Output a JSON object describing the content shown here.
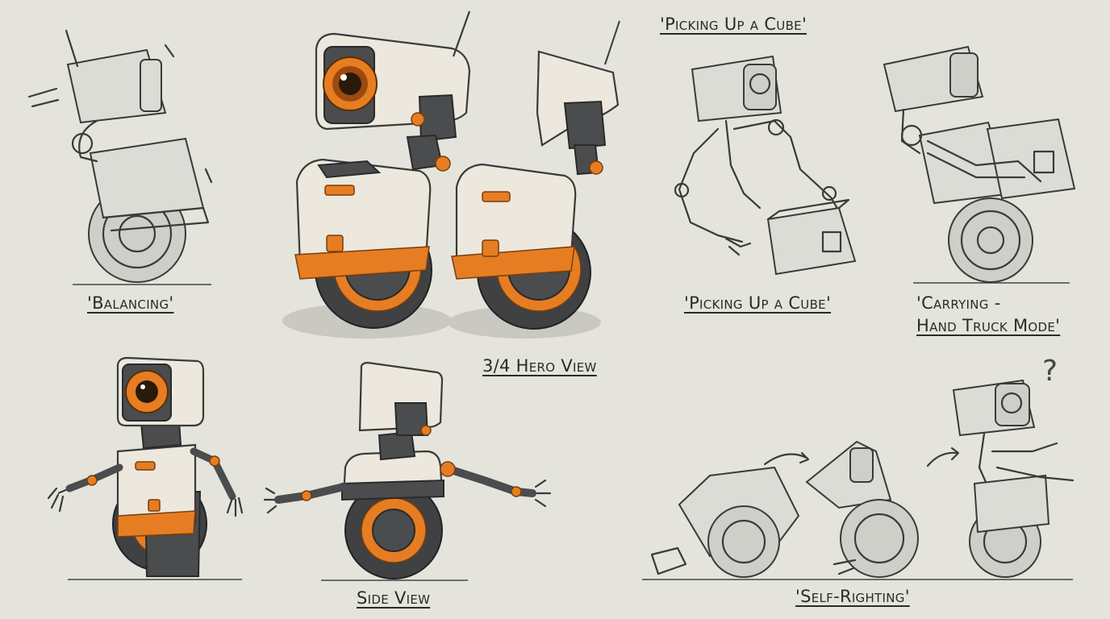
{
  "sheet": {
    "captions": {
      "balancing": "'Balancing'",
      "hero_view": "3/4 Hero View",
      "picking_title": "'Picking Up a Cube'",
      "picking_caption": "'Picking Up a Cube'",
      "carrying_line1": "'Carrying -",
      "carrying_line2": "Hand Truck Mode'",
      "side_view": "Side View",
      "self_righting": "'Self-Righting'"
    },
    "question_mark": "?",
    "colors": {
      "background": "#e4e4dd",
      "accent": "#e67d22",
      "shell": "#ece8dd",
      "dark_parts": "#4a4c4e"
    }
  }
}
